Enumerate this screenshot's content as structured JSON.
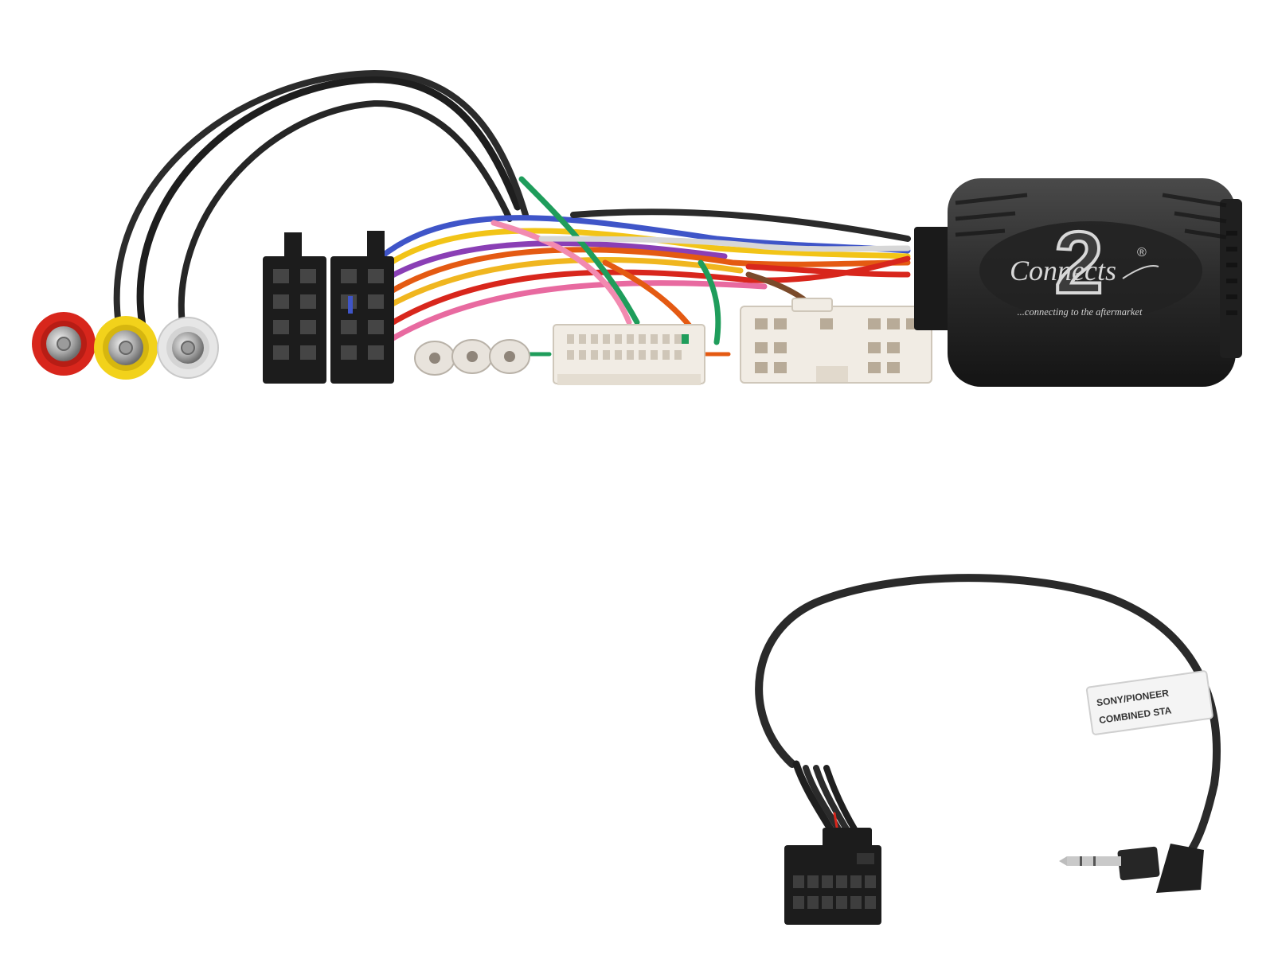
{
  "logo": {
    "digit": "2",
    "wordmark": "Connects",
    "registered": "®",
    "tagline": "...connecting to the aftermarket"
  },
  "cable_tag": {
    "line1": "SONY/PIONEER",
    "line2": "COMBINED STA"
  },
  "colors": {
    "background": "#ffffff",
    "module_body": "#2a2a2a",
    "connector_black": "#1c1c1c",
    "connector_white": "#f1ece4",
    "rca_red": "#d8261c",
    "rca_yellow": "#f2d21b",
    "rca_white": "#e6e6e6"
  }
}
